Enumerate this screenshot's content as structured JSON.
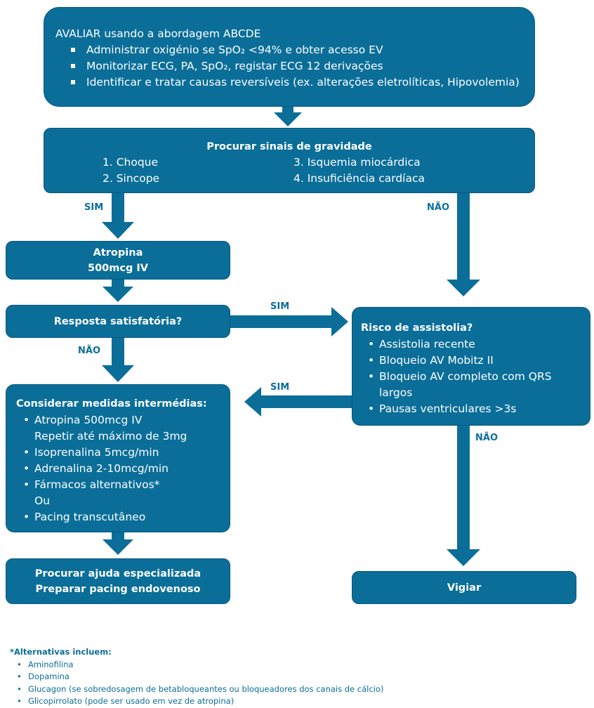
{
  "colors": {
    "box": "#0a6e99",
    "label": "#0a6e99"
  },
  "assess": {
    "title": "AVALIAR usando a abordagem ABCDE",
    "items": [
      "Administrar oxigénio se SpO₂ <94% e obter acesso EV",
      "Monitorizar ECG, PA, SpO₂, registar ECG 12 derivações",
      "Identificar e tratar causas reversíveis (ex. alterações eletrolíticas, Hipovolemia)"
    ]
  },
  "gravity": {
    "title": "Procurar sinais de gravidade",
    "items": [
      "1. Choque",
      "2. Sincope",
      "3. Isquemia miocárdica",
      "4. Insuficiência cardíaca"
    ]
  },
  "atropine": {
    "line1": "Atropina",
    "line2": "500mcg IV"
  },
  "response": {
    "title": "Resposta satisfatória?"
  },
  "risk": {
    "title": "Risco de assistolia?",
    "items": [
      "Assistolia recente",
      "Bloqueio AV Mobitz II",
      "Bloqueio AV completo com QRS largos",
      "Pausas ventriculares >3s"
    ]
  },
  "intermediate": {
    "title": "Considerar medidas intermédias:",
    "items": [
      "Atropina 500mcg IV",
      "Isoprenalina 5mcg/min",
      "Adrenalina 2-10mcg/min",
      "Fármacos alternativos*",
      "Pacing transcutâneo"
    ],
    "sub1": "Repetir até máximo de 3mg",
    "or": "Ou"
  },
  "expert": {
    "line1": "Procurar ajuda especializada",
    "line2": "Preparar pacing endovenoso"
  },
  "watch": {
    "title": "Vigiar"
  },
  "labels": {
    "yes1": "SIM",
    "no1": "NÃO",
    "yes2": "SIM",
    "no2": "NÃO",
    "yes3": "SIM",
    "no3": "NÃO"
  },
  "footnote": {
    "title": "*Alternativas incluem:",
    "items": [
      "Aminofilina",
      "Dopamina",
      "Glucagon (se sobredosagem de betabloqueantes ou bloqueadores dos canais de cálcio)",
      "Glicopirrolato (pode ser usado em vez de atropina)"
    ]
  }
}
